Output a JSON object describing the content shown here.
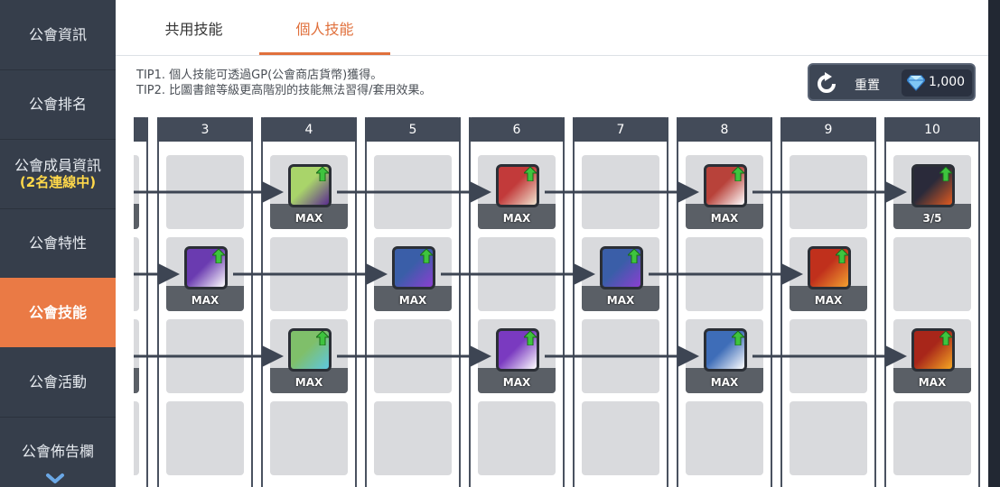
{
  "sidebar": {
    "items": [
      {
        "label": "公會資訊",
        "sub": ""
      },
      {
        "label": "公會排名",
        "sub": ""
      },
      {
        "label": "公會成員資訊",
        "sub": "(2名連線中)"
      },
      {
        "label": "公會特性",
        "sub": ""
      },
      {
        "label": "公會技能",
        "sub": "",
        "active": true
      },
      {
        "label": "公會活動",
        "sub": ""
      },
      {
        "label": "公會佈告欄",
        "sub": ""
      }
    ]
  },
  "tabs": [
    {
      "label": "共用技能",
      "active": false
    },
    {
      "label": "個人技能",
      "active": true
    }
  ],
  "tips": [
    "TIP1. 個人技能可透過GP(公會商店貨幣)獲得。",
    "TIP2. 比圖書館等級更高階別的技能無法習得/套用效果。"
  ],
  "reset": {
    "label": "重置",
    "icon": "refresh-icon"
  },
  "currency": {
    "value": "1,000",
    "icon": "gem-icon"
  },
  "colors": {
    "accent": "#e0703c",
    "sidebar_active": "#ea7a45",
    "header": "#434b59"
  },
  "columns": [
    "3",
    "4",
    "5",
    "6",
    "7",
    "8",
    "9",
    "10"
  ],
  "skills": [
    {
      "col": "4",
      "row": 0,
      "label": "MAX",
      "theme": "green-purple"
    },
    {
      "col": "6",
      "row": 0,
      "label": "MAX",
      "theme": "red-sword"
    },
    {
      "col": "8",
      "row": 0,
      "label": "MAX",
      "theme": "red-white"
    },
    {
      "col": "10",
      "row": 0,
      "label": "3/5",
      "theme": "fire-dark"
    },
    {
      "col": "3",
      "row": 1,
      "label": "MAX",
      "theme": "purple-sword"
    },
    {
      "col": "5",
      "row": 1,
      "label": "MAX",
      "theme": "blue-purple"
    },
    {
      "col": "7",
      "row": 1,
      "label": "MAX",
      "theme": "blue-purple"
    },
    {
      "col": "9",
      "row": 1,
      "label": "MAX",
      "theme": "fire-red"
    },
    {
      "col": "4",
      "row": 2,
      "label": "MAX",
      "theme": "green-cyan"
    },
    {
      "col": "6",
      "row": 2,
      "label": "MAX",
      "theme": "purple-white"
    },
    {
      "col": "8",
      "row": 2,
      "label": "MAX",
      "theme": "blue-white"
    },
    {
      "col": "10",
      "row": 2,
      "label": "MAX",
      "theme": "fire-orange"
    }
  ]
}
